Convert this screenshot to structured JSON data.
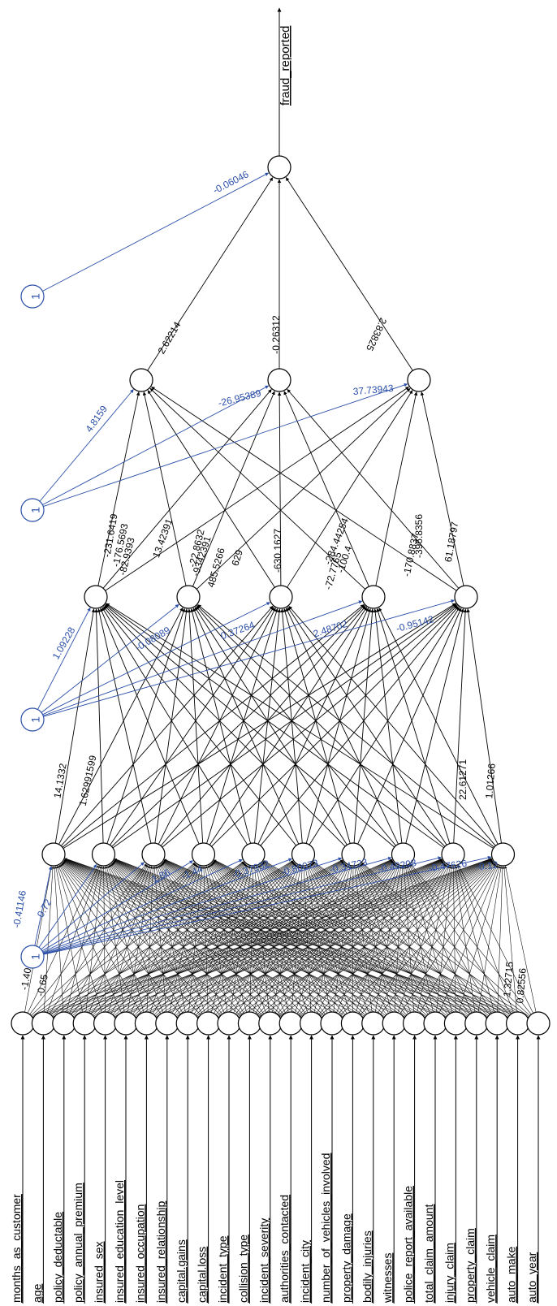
{
  "output_label": "fraud_reported",
  "input_labels": [
    "months_as_customer",
    "age",
    "policy_deductable",
    "policy_annual_premium",
    "insured_sex",
    "insured_education_level",
    "insured_occupation",
    "insured_relationship",
    "capital.gains",
    "capital.loss",
    "incident_type",
    "collision_type",
    "incident_severity",
    "authorities_contacted",
    "incident_city",
    "number_of_vehicles_involved",
    "property_damage",
    "bodily_injuries",
    "witnesses",
    "police_report_available",
    "total_claim_amount",
    "injury_claim",
    "property_claim",
    "vehicle_claim",
    "auto_make",
    "auto_year"
  ],
  "bias_label": "1",
  "bias_weights_h1": [
    "-0.41146",
    "0.72",
    "1.86",
    "-1.44",
    "-0.37932",
    "-0.80073",
    "-0.34723",
    "-0.49208",
    "-0.47626",
    "-0.12"
  ],
  "bias_weights_h2": [
    "1.09228",
    "-0.08089",
    "0.37264",
    "2.48702",
    "-0.95142"
  ],
  "bias_weights_h3": [
    "4.8159",
    "-26.95389",
    "37.73943"
  ],
  "bias_weight_out": "-0.06046",
  "h2_to_h3_weights": [
    [
      "-231.6419",
      "-176.5693",
      "-82.9393"
    ],
    [
      "13.42391",
      "-9342391",
      "485.5266"
    ],
    [
      "-22.8632",
      "629",
      "-630.1627"
    ],
    [
      "-284.44254",
      "-100.4",
      "-72.7765"
    ],
    [
      "-396.8356",
      "-170.8837",
      "61.18797"
    ]
  ],
  "h3_to_out_weights": [
    "2.62214",
    "-0.26312",
    "2.83825"
  ],
  "h1_to_h2_weights": [
    "14.1332",
    "1.62991599",
    "22.61271",
    "1.01266"
  ],
  "input_to_h1_weights": [
    "-1.40",
    "-0.65",
    "1.32715",
    "0.82556"
  ]
}
